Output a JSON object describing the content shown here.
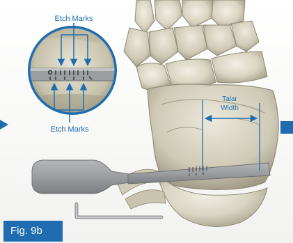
{
  "figure_label": "Fig. 9b",
  "inset": {
    "top_label": "Etch Marks",
    "bottom_label": "Etch Marks"
  },
  "measurement": {
    "label_line1": "Talar",
    "label_line2": "Width"
  },
  "colors": {
    "accent_blue": "#1f6db0",
    "annotation_blue": "#2b72b8",
    "bone": "#d9d5c2",
    "bone_shadow": "#a9a38c",
    "instrument_gray": "#9a9b9d",
    "background": "#ffffff"
  }
}
